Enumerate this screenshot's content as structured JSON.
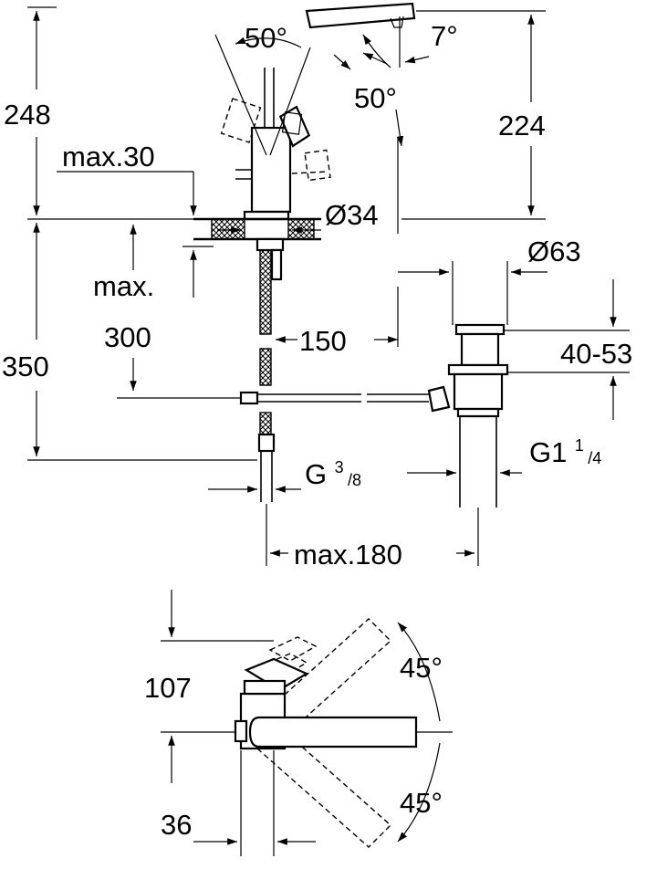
{
  "labels": {
    "angle_lever": "50°",
    "angle_spout_tilt": "7°",
    "angle_lever_front": "50°",
    "height_total": "248",
    "height_spout": "224",
    "deck_thickness": "max.30",
    "diameter_body": "Ø34",
    "diameter_waste": "Ø63",
    "hose_label_max": "max.",
    "hose_length": "300",
    "spout_reach": "150",
    "height_below": "350",
    "waste_range": "40-53",
    "thread_inlet_main": "G",
    "thread_inlet_sup": "3",
    "thread_inlet_sub": "/8",
    "thread_waste_main": "G1",
    "thread_waste_sup": "1",
    "thread_waste_sub": "/4",
    "max_distance": "max.180",
    "top_depth": "107",
    "angle_swivel_top": "45°",
    "angle_swivel_bottom": "45°",
    "offset": "36"
  }
}
